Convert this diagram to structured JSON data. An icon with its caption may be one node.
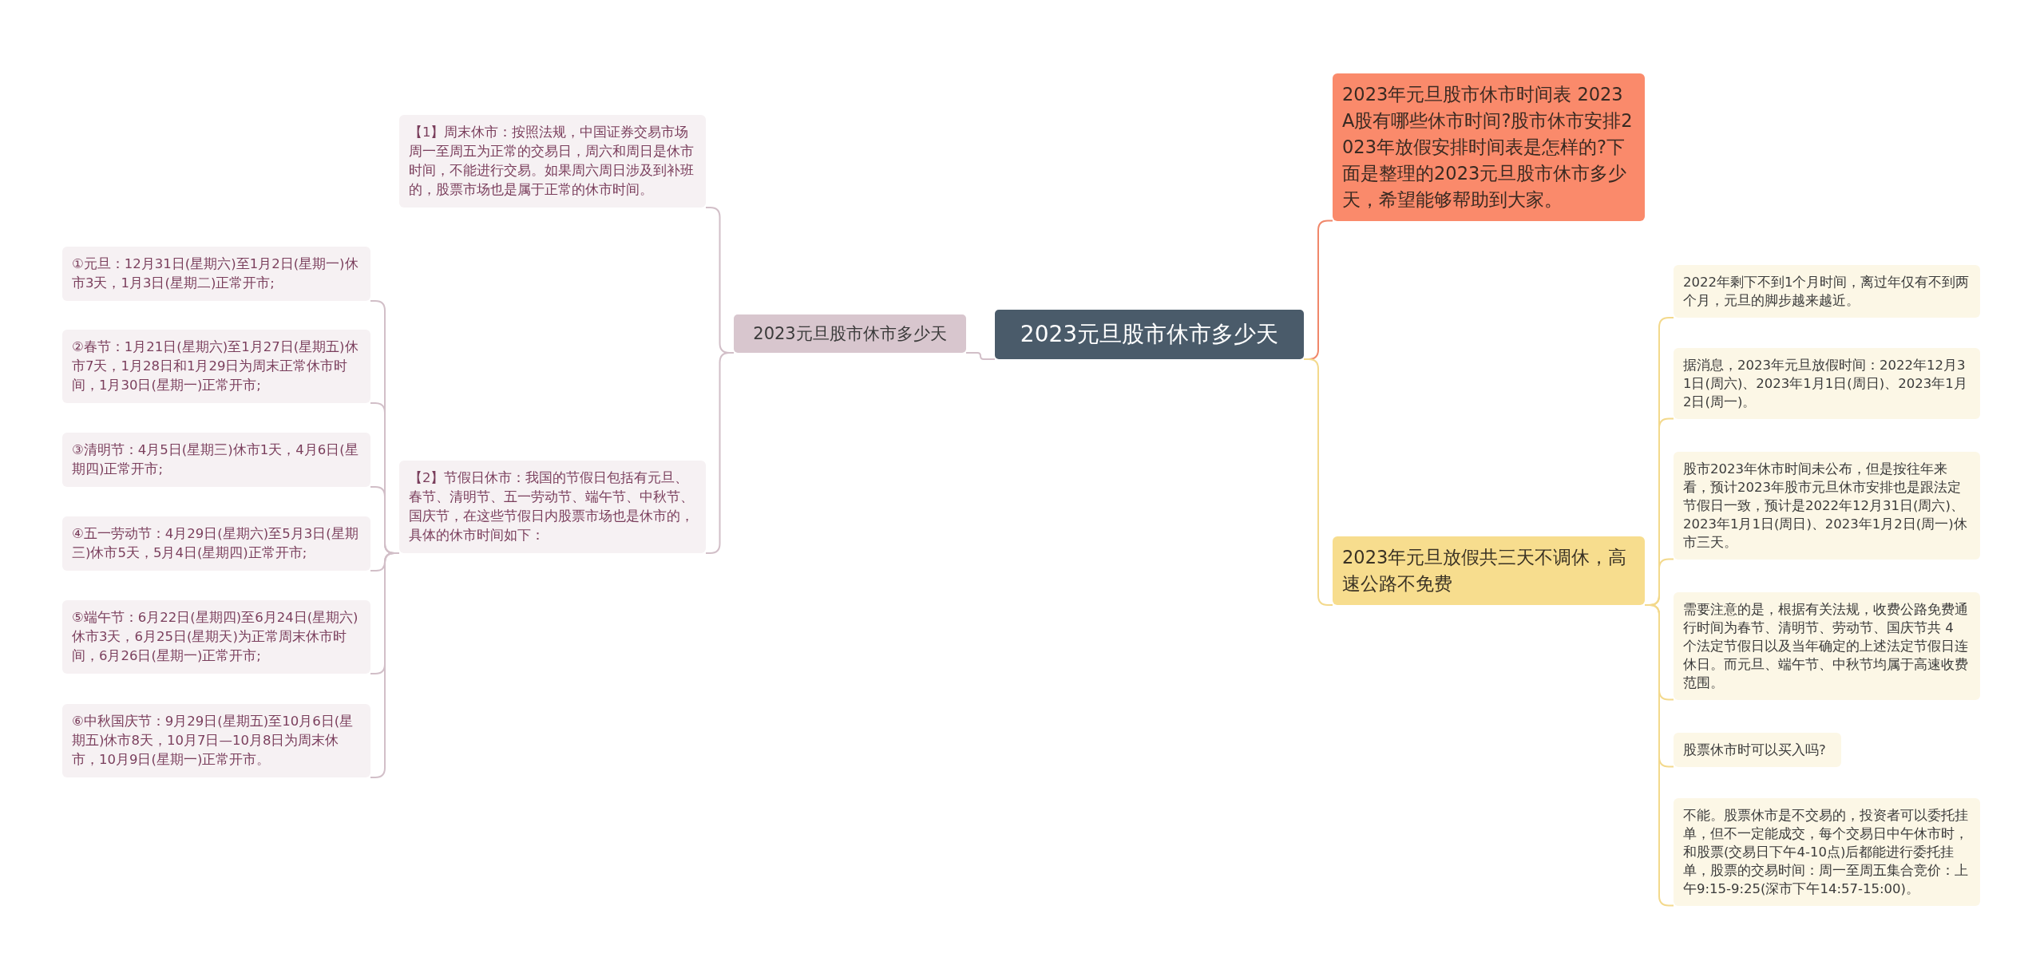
{
  "diagram": {
    "nodes": [
      {
        "text": [
          "2023元旦股市休市多少天"
        ]
      },
      {
        "text": [
          "2023元旦股市休市多少天"
        ]
      },
      {
        "text": [
          "【1】周末休市：按照法规，中国证券交易市场周一至周五为正常的交易日，周六和周日是休市时间，不能进行交易。如果周六周日涉及到补班的，股票市场也是属于正常的休市时间。"
        ]
      },
      {
        "text": [
          "【2】节假日休市：我国的节假日包括有元旦、春节、清明节、五一劳动节、端午节、中秋节、国庆节，在这些节假日内股票市场也是休市的，具体的休市时间如下："
        ]
      },
      {
        "text": [
          "①元旦：12月31日(星期六)至1月2日(星期一)休市3天，1月3日(星期二)正常开市;"
        ]
      },
      {
        "text": [
          "②春节：1月21日(星期六)至1月27日(星期五)休市7天，1月28日和1月29日为周末正常休市时间，1月30日(星期一)正常开市;"
        ]
      },
      {
        "text": [
          "③清明节：4月5日(星期三)休市1天，4月6日(星期四)正常开市;"
        ]
      },
      {
        "text": [
          "④五一劳动节：4月29日(星期六)至5月3日(星期三)休市5天，5月4日(星期四)正常开市;"
        ]
      },
      {
        "text": [
          "⑤端午节：6月22日(星期四)至6月24日(星期六)休市3天，6月25日(星期天)为正常周末休市时间，6月26日(星期一)正常开市;"
        ]
      },
      {
        "text": [
          "⑥中秋国庆节：9月29日(星期五)至10月6日(星期五)休市8天，10月7日—10月8日为周末休市，10月9日(星期一)正常开市。"
        ]
      },
      {
        "text": [
          "2023年元旦股市休市时间表 2023A股有哪些休市时间?股市休市安排2023年放假安排时间表是怎样的?下面是整理的2023元旦股市休市多少天，希望能够帮助到大家。"
        ]
      },
      {
        "text": [
          "2023年元旦放假共三天不调休，高速公路不免费"
        ]
      },
      {
        "text": [
          "2022年剩下不到1个月时间，离过年仅有不到两个月，元旦的脚步越来越近。"
        ]
      },
      {
        "text": [
          "据消息，2023年元旦放假时间：2022年12月31日(周六)、2023年1月1日(周日)、2023年1月2日(周一)。"
        ]
      },
      {
        "text": [
          "股市2023年休市时间未公布，但是按往年来看，预计2023年股市元旦休市安排也是跟法定节假日一致，预计是2022年12月31日(周六)、2023年1月1日(周日)、2023年1月2日(周一)休市三天。"
        ]
      },
      {
        "text": [
          "需要注意的是，根据有关法规，收费公路免费通行时间为春节、清明节、劳动节、国庆节共 4 个法定节假日以及当年确定的上述法定节假日连休日。而元旦、端午节、中秋节均属于高速收费范围。"
        ]
      },
      {
        "text": [
          "股票休市时可以买入吗?"
        ]
      },
      {
        "text": [
          "不能。股票休市是不交易的，投资者可以委托挂单，但不一定能成交，每个交易日中午休市时，和股票(交易日下午4-10点)后都能进行委托挂单，股票的交易时间：周一至周五集合竞价：上午9:15-9:25(深市下午14:57-15:00)。"
        ]
      }
    ],
    "edges": [
      {
        "from": 0,
        "to": 1,
        "arrow": "none"
      },
      {
        "from": 1,
        "to": 2,
        "arrow": "none"
      },
      {
        "from": 1,
        "to": 3,
        "arrow": "none"
      },
      {
        "from": 3,
        "to": 4,
        "arrow": "none"
      },
      {
        "from": 3,
        "to": 5,
        "arrow": "none"
      },
      {
        "from": 3,
        "to": 6,
        "arrow": "none"
      },
      {
        "from": 3,
        "to": 7,
        "arrow": "none"
      },
      {
        "from": 3,
        "to": 8,
        "arrow": "none"
      },
      {
        "from": 3,
        "to": 9,
        "arrow": "none"
      },
      {
        "from": 0,
        "to": 10,
        "arrow": "none",
        "color": "#f0876a"
      },
      {
        "from": 0,
        "to": 11,
        "arrow": "none",
        "color": "#f3d98c"
      },
      {
        "from": 11,
        "to": 12,
        "arrow": "none",
        "color": "#f3d98c"
      },
      {
        "from": 11,
        "to": 13,
        "arrow": "none",
        "color": "#f3d98c"
      },
      {
        "from": 11,
        "to": 14,
        "arrow": "none",
        "color": "#f3d98c"
      },
      {
        "from": 11,
        "to": 15,
        "arrow": "none",
        "color": "#f3d98c"
      },
      {
        "from": 11,
        "to": 16,
        "arrow": "none",
        "color": "#f3d98c"
      },
      {
        "from": 11,
        "to": 17,
        "arrow": "none",
        "color": "#f3d98c"
      }
    ]
  }
}
